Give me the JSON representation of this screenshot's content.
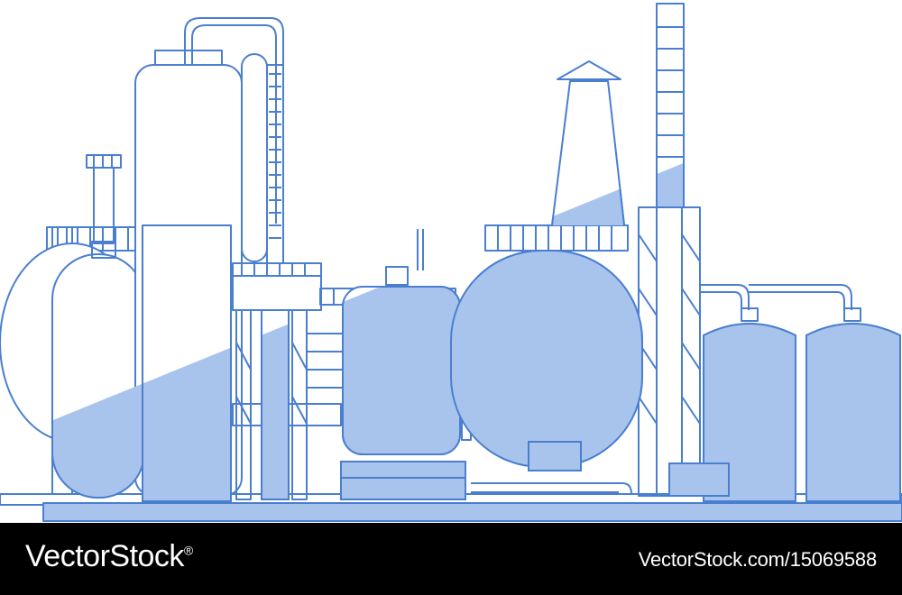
{
  "footer": {
    "brand": "VectorStock",
    "registered_mark": "®",
    "url": "VectorStock.com/15069588"
  },
  "illustration": {
    "subject": "industrial-plant-line-art",
    "colors": {
      "stroke": "#4a7fcf",
      "fill": "#a8c4ec",
      "background": "#ffffff",
      "footer_bg": "#000000"
    }
  }
}
